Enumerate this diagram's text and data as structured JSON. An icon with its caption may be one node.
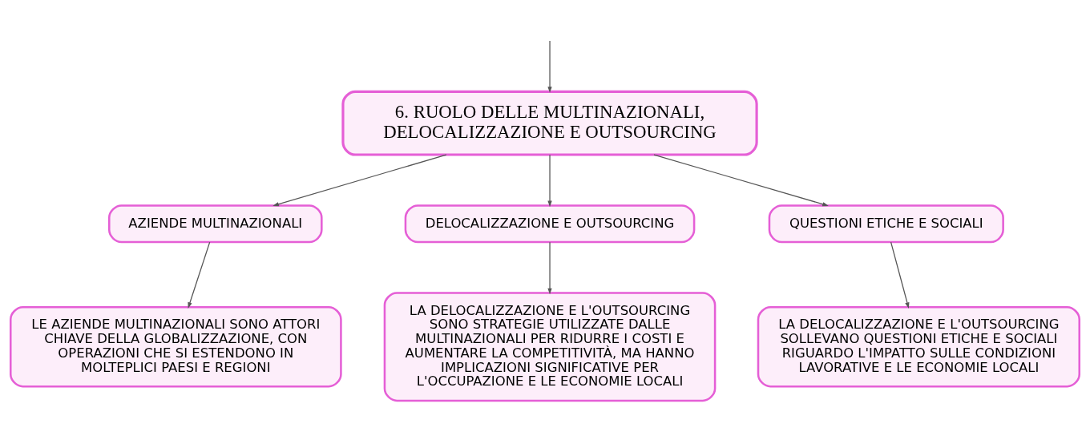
{
  "diagram": {
    "nodes": [
      {
        "text": [
          "6. RUOLO DELLE MULTINAZIONALI, DELOCALIZZAZIONE E OUTSOURCING"
        ]
      },
      {
        "text": [
          "AZIENDE MULTINAZIONALI"
        ]
      },
      {
        "text": [
          "DELOCALIZZAZIONE E OUTSOURCING"
        ]
      },
      {
        "text": [
          "QUESTIONI ETICHE E SOCIALI"
        ]
      },
      {
        "text": [
          "LE AZIENDE MULTINAZIONALI SONO ATTORI CHIAVE DELLA GLOBALIZZAZIONE, CON OPERAZIONI CHE SI ESTENDONO IN MOLTEPLICI PAESI E REGIONI"
        ]
      },
      {
        "text": [
          "LA DELOCALIZZAZIONE E L'OUTSOURCING SONO STRATEGIE UTILIZZATE DALLE MULTINAZIONALI PER RIDURRE I COSTI E AUMENTARE LA COMPETITIVITÀ, MA HANNO IMPLICAZIONI SIGNIFICATIVE PER L'OCCUPAZIONE E LE ECONOMIE LOCALI"
        ]
      },
      {
        "text": [
          "LA DELOCALIZZAZIONE E L'OUTSOURCING SOLLEVANO QUESTIONI ETICHE E SOCIALI RIGUARDO L'IMPATTO SULLE CONDIZIONI LAVORATIVE E LE ECONOMIE LOCALI"
        ]
      }
    ],
    "edges": [
      {
        "from": null,
        "to": 0,
        "arrow": "to"
      },
      {
        "from": 0,
        "to": 1,
        "arrow": "to"
      },
      {
        "from": 0,
        "to": 2,
        "arrow": "to"
      },
      {
        "from": 0,
        "to": 3,
        "arrow": "to"
      },
      {
        "from": 1,
        "to": 4,
        "arrow": "to"
      },
      {
        "from": 2,
        "to": 5,
        "arrow": "to"
      },
      {
        "from": 3,
        "to": 6,
        "arrow": "to"
      }
    ]
  }
}
